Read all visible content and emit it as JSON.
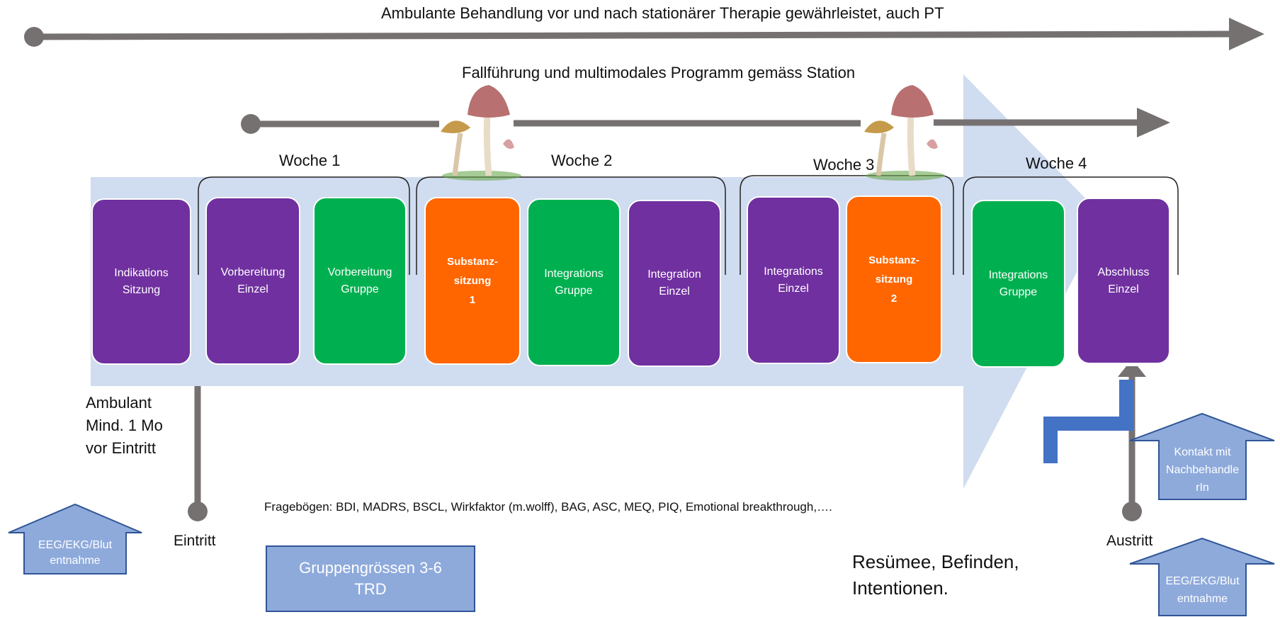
{
  "top_arrow": {
    "label": "Ambulante Behandlung vor und nach stationärer Therapie gewährleistet, auch PT"
  },
  "inner_arrow": {
    "label": "Fallführung und multimodales Programm gemäss Station"
  },
  "weeks": [
    {
      "label": "Woche 1"
    },
    {
      "label": "Woche 2"
    },
    {
      "label": "Woche 3"
    },
    {
      "label": "Woche 4"
    }
  ],
  "sessions": [
    {
      "label": "Indikations\nSitzung",
      "kind": "purple"
    },
    {
      "label": "Vorbereitung\nEinzel",
      "kind": "purple"
    },
    {
      "label": "Vorbereitung\nGruppe",
      "kind": "green"
    },
    {
      "label": "Substanz-\nsitzung\n1",
      "kind": "orange"
    },
    {
      "label": "Integrations\nGruppe",
      "kind": "green"
    },
    {
      "label": "Integration\nEinzel",
      "kind": "purple"
    },
    {
      "label": "Integrations\nEinzel",
      "kind": "purple"
    },
    {
      "label": "Substanz-\nsitzung\n2",
      "kind": "orange"
    },
    {
      "label": "Integrations\nGruppe",
      "kind": "green"
    },
    {
      "label": "Abschluss\nEinzel",
      "kind": "purple"
    }
  ],
  "ambulant_note": {
    "line1": "Ambulant",
    "line2": "Mind. 1 Mo",
    "line3": "vor Eintritt"
  },
  "eintritt": {
    "label": "Eintritt"
  },
  "austritt": {
    "label": "Austritt"
  },
  "questionnaires": {
    "label": "Fragebögen: BDI, MADRS, BSCL, Wirkfaktor (m.wolff), BAG, ASC, MEQ, PIQ, Emotional breakthrough,…."
  },
  "group_size": {
    "label": "Gruppengrössen 3-6\nTRD"
  },
  "resume": {
    "line1": "Resümee, Befinden,",
    "line2": "Intentionen."
  },
  "eeg_left": {
    "label": "EEG/EKG/Blut\nentnahme"
  },
  "eeg_right": {
    "label": "EEG/EKG/Blut\nentnahme"
  },
  "kontakt": {
    "label": "Kontakt mit\nNachbehandle\nrIn"
  },
  "colors": {
    "purple": "#7030a0",
    "green": "#00b050",
    "orange": "#ff6600",
    "band": "#d0dcef",
    "callout": "#8eaadb",
    "callout_border": "#2f5597",
    "grey_arrow": "#767171",
    "blue_connector": "#4472c4"
  },
  "icons": [
    "mushroom-icon",
    "mushroom-icon"
  ]
}
